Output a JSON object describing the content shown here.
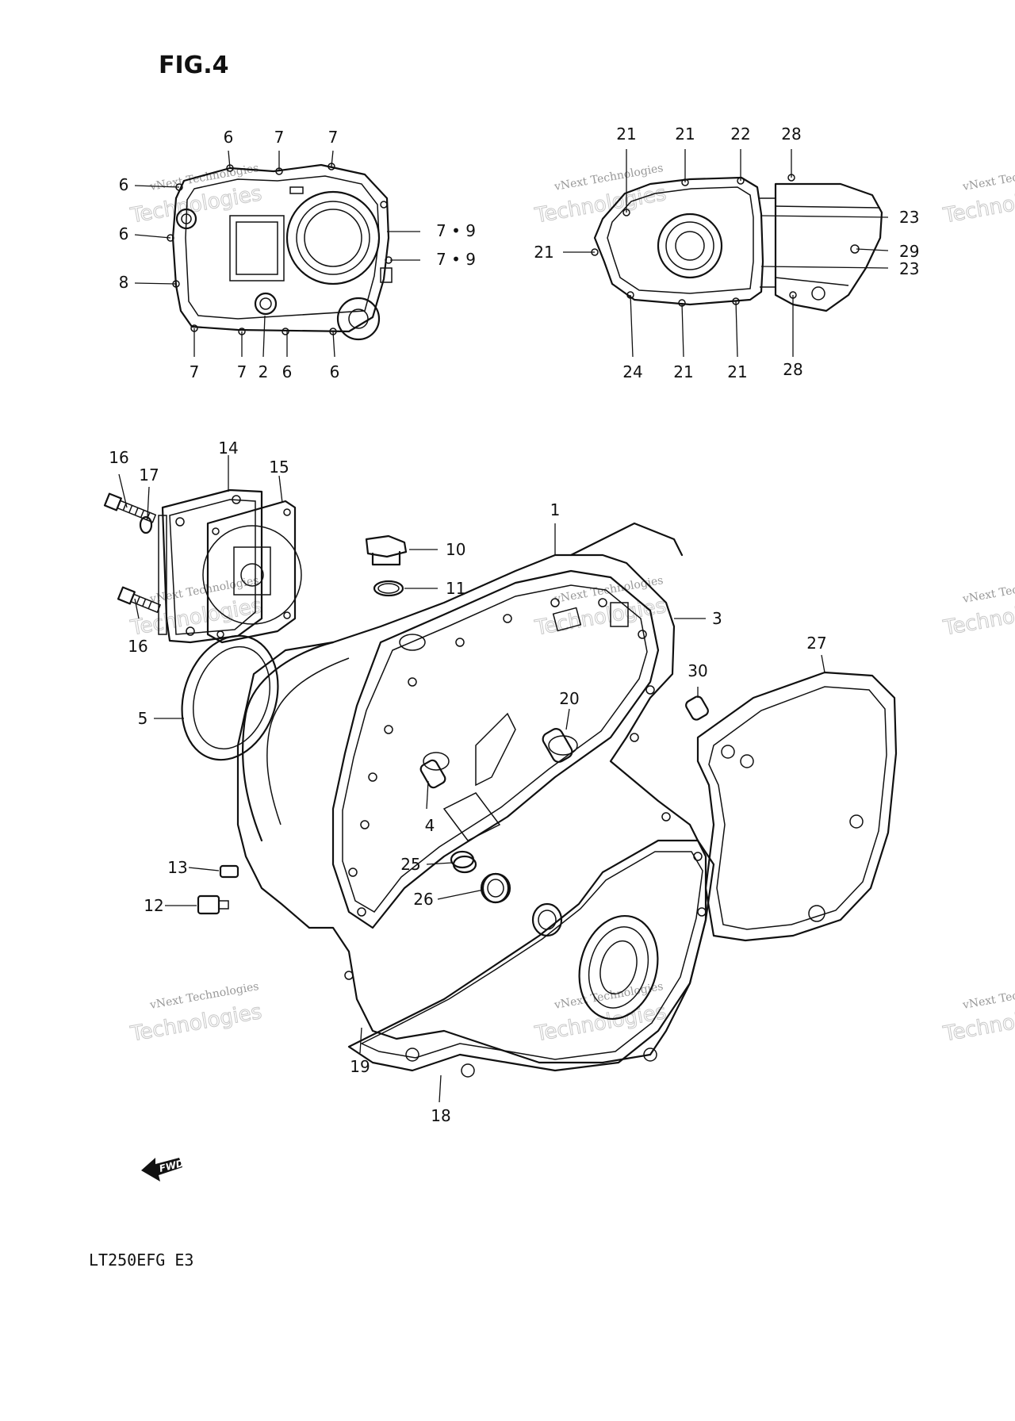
{
  "figure": {
    "label": "FIG.4",
    "model_code": "LT250EFG  E3",
    "fwd_label": "FWD"
  },
  "watermark": {
    "line1": "vNext Technologies",
    "line2": "Technologies"
  },
  "callouts": [
    {
      "text": "6"
    },
    {
      "text": "7"
    },
    {
      "text": "7"
    },
    {
      "text": "6"
    },
    {
      "text": "7 • 9"
    },
    {
      "text": "6"
    },
    {
      "text": "7 • 9"
    },
    {
      "text": "8"
    },
    {
      "text": "7"
    },
    {
      "text": "7"
    },
    {
      "text": "2"
    },
    {
      "text": "6"
    },
    {
      "text": "6"
    },
    {
      "text": "21"
    },
    {
      "text": "21"
    },
    {
      "text": "22"
    },
    {
      "text": "28"
    },
    {
      "text": "23"
    },
    {
      "text": "21"
    },
    {
      "text": "29"
    },
    {
      "text": "23"
    },
    {
      "text": "24"
    },
    {
      "text": "21"
    },
    {
      "text": "21"
    },
    {
      "text": "28"
    },
    {
      "text": "16"
    },
    {
      "text": "17"
    },
    {
      "text": "14"
    },
    {
      "text": "15"
    },
    {
      "text": "16"
    },
    {
      "text": "1"
    },
    {
      "text": "10"
    },
    {
      "text": "11"
    },
    {
      "text": "3"
    },
    {
      "text": "27"
    },
    {
      "text": "30"
    },
    {
      "text": "20"
    },
    {
      "text": "5"
    },
    {
      "text": "4"
    },
    {
      "text": "25"
    },
    {
      "text": "26"
    },
    {
      "text": "13"
    },
    {
      "text": "12"
    },
    {
      "text": "19"
    },
    {
      "text": "18"
    }
  ]
}
